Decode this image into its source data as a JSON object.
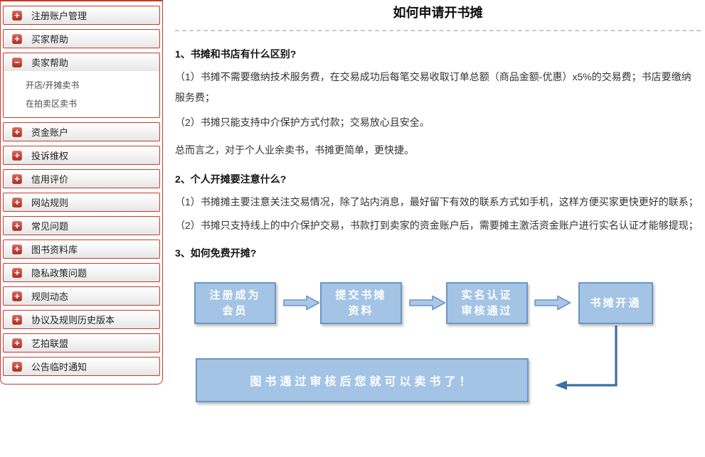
{
  "colors": {
    "sidebar_accent_red": "#c23b2e",
    "flow_box_fill": "#a3c4e5",
    "flow_box_border": "#6d96c2",
    "connector_blue": "#3e6fa5",
    "body_text": "#333333"
  },
  "sidebar": {
    "items": [
      {
        "label": "注册账户管理",
        "toggle_glyph": "+"
      },
      {
        "label": "买家帮助",
        "toggle_glyph": "+"
      },
      {
        "label": "卖家帮助",
        "toggle_glyph": "−",
        "children": [
          "开店/开摊卖书",
          "在拍卖区卖书"
        ]
      },
      {
        "label": "资金账户",
        "toggle_glyph": "+"
      },
      {
        "label": "投诉维权",
        "toggle_glyph": "+"
      },
      {
        "label": "信用评价",
        "toggle_glyph": "+"
      },
      {
        "label": "网站规则",
        "toggle_glyph": "+"
      },
      {
        "label": "常见问题",
        "toggle_glyph": "+"
      },
      {
        "label": "图书资料库",
        "toggle_glyph": "+"
      },
      {
        "label": "隐私政策问题",
        "toggle_glyph": "+"
      },
      {
        "label": "规则动态",
        "toggle_glyph": "+"
      },
      {
        "label": "协议及规则历史版本",
        "toggle_glyph": "+"
      },
      {
        "label": "艺拍联盟",
        "toggle_glyph": "+"
      },
      {
        "label": "公告临时通知",
        "toggle_glyph": "+"
      }
    ]
  },
  "article": {
    "title": "如何申请开书摊",
    "sections": [
      {
        "heading": "1、书摊和书店有什么区别?",
        "paragraphs": [
          "（1）书摊不需要缴纳技术服务费，在交易成功后每笔交易收取订单总额（商品金额-优惠）x5%的交易费；书店要缴纳服务费；",
          "（2）书摊只能支持中介保护方式付款；交易放心且安全。",
          "总而言之，对于个人业余卖书，书摊更简单，更快捷。"
        ]
      },
      {
        "heading": "2、个人开摊要注意什么?",
        "paragraphs": [
          "（1）书摊摊主要注意关注交易情况，除了站内消息，最好留下有效的联系方式如手机，这样方便买家更快更好的联系；",
          "（2）书摊只支持线上的中介保护交易，书款打到卖家的资金账户后，需要摊主激活资金账户进行实名认证才能够提现；"
        ]
      },
      {
        "heading": "3、如何免费开摊?",
        "paragraphs": []
      }
    ]
  },
  "flow": {
    "steps": [
      {
        "label": "注册成为\n会员"
      },
      {
        "label": "提交书摊\n资料"
      },
      {
        "label": "实名认证\n审核通过"
      },
      {
        "label": "书摊开通"
      }
    ],
    "result_label": "图书通过审核后您就可以卖书了！"
  }
}
